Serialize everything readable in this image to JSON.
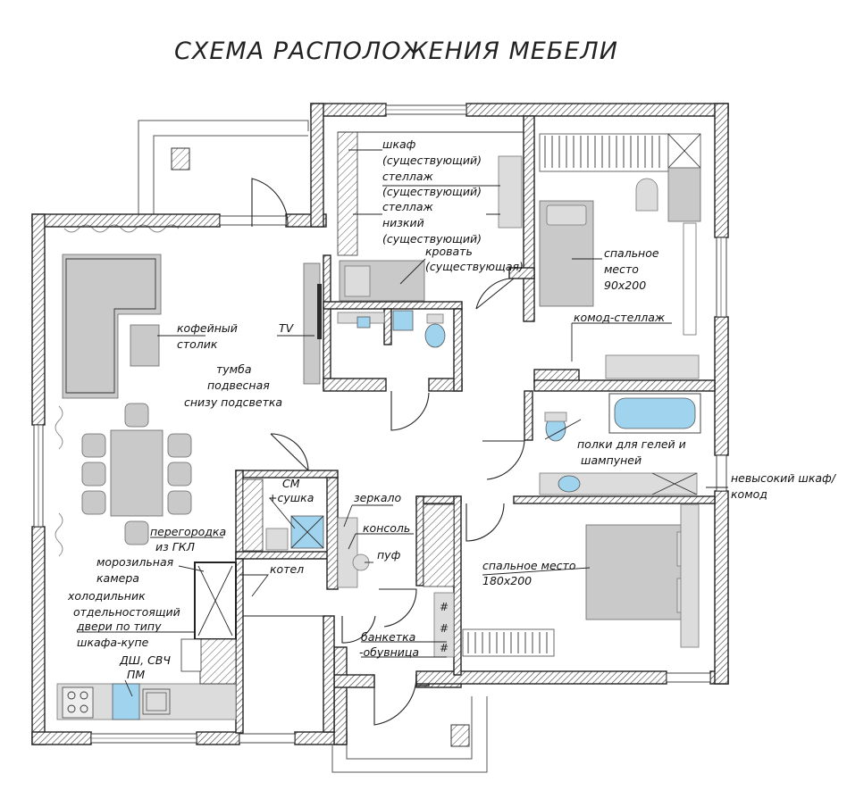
{
  "title": "СХЕМА РАСПОЛОЖЕНИЯ МЕБЕЛИ",
  "labels": {
    "wardrobe": "шкаф",
    "wardrobe_existing": "(существующий)",
    "shelving": "стеллаж",
    "shelving_existing": "(существующий)",
    "shelving_low": "стеллаж",
    "shelving_low_2": "низкий",
    "shelving_low_existing": "(существующий)",
    "bed_existing": "кровать",
    "bed_existing_2": "(существующая)",
    "sleep_place_1": "спальное",
    "sleep_place_1b": "место",
    "sleep_place_1c": "90х200",
    "coffee_table": "кофейный",
    "coffee_table_2": "столик",
    "tv": "TV",
    "tv_unit": "тумба",
    "tv_unit_2": "подвесная",
    "tv_unit_3": "снизу подсветка",
    "dresser_rack": "комод-стеллаж",
    "shelves_gels": "полки для гелей и",
    "shelves_gels_2": "шампуней",
    "low_cabinet": "невысокий шкаф/",
    "low_cabinet_2": "комод",
    "washer": "СМ",
    "washer_2": "+сушка",
    "mirror": "зеркало",
    "console": "консоль",
    "pouf": "пуф",
    "partition": "перегородка",
    "partition_2": "из ГКЛ",
    "freezer": "морозильная",
    "freezer_2": "камера",
    "boiler": "котел",
    "fridge": "холодильник",
    "fridge_2": "отдельностоящий",
    "fridge_3": "двери по типу",
    "fridge_4": "шкафа-купе",
    "dishwasher": "ДШ, СВЧ",
    "pm": "ПМ",
    "sleep_place_2": "спальное место",
    "sleep_place_2b": "180х200",
    "bench": "банкетка",
    "bench_2": "-обувница"
  },
  "colors": {
    "wall": "#2a2a2a",
    "furniture": "#c9c9c9",
    "plumbing_blue": "#9fd3ee"
  }
}
